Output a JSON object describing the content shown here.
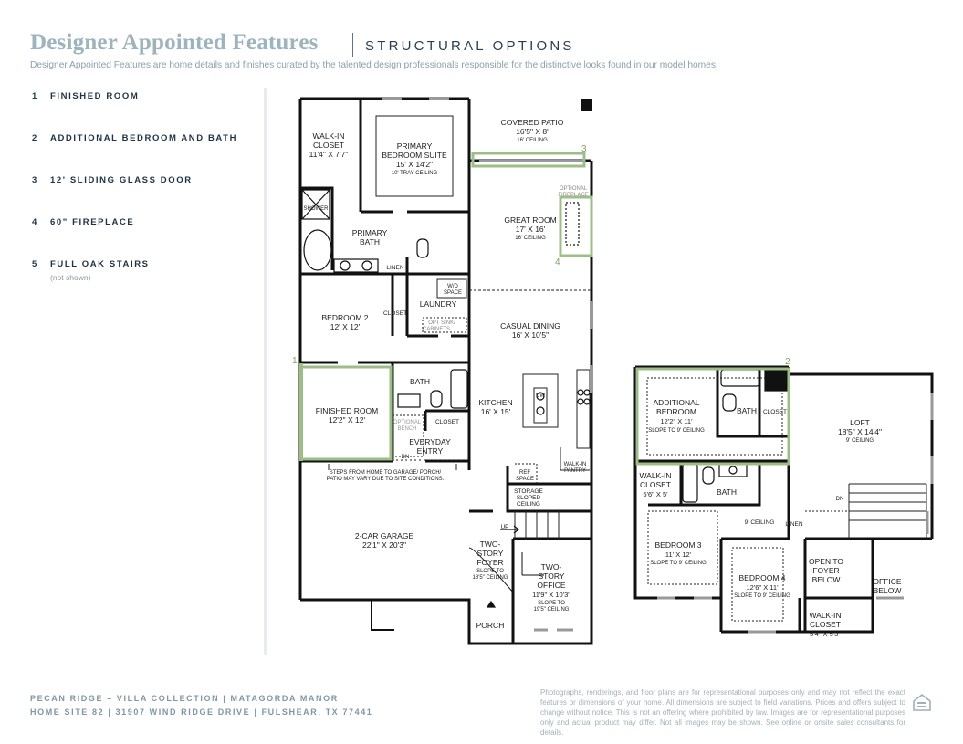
{
  "header": {
    "title": "Designer Appointed Features",
    "subtitle": "STRUCTURAL OPTIONS",
    "description": "Designer Appointed Features are home details and finishes curated by the talented design professionals responsible for the distinctive looks found in our model homes."
  },
  "options": [
    {
      "num": "1",
      "label": "FINISHED ROOM"
    },
    {
      "num": "2",
      "label": "ADDITIONAL BEDROOM AND BATH"
    },
    {
      "num": "3",
      "label": "12' SLIDING GLASS DOOR"
    },
    {
      "num": "4",
      "label": "60\" FIREPLACE"
    },
    {
      "num": "5",
      "label": "FULL OAK STAIRS"
    }
  ],
  "option_note": "(not shown)",
  "first_floor": {
    "walkin_closet": [
      "WALK-IN",
      "CLOSET",
      "11'4\" X 7'7\""
    ],
    "primary_suite": [
      "PRIMARY",
      "BEDROOM SUITE",
      "15' X 14'2\"",
      "10' TRAY CEILING"
    ],
    "covered_patio": [
      "COVERED PATIO",
      "16'5\" X 8'",
      "16' CEILING"
    ],
    "optional_fireplace": [
      "OPTIONAL",
      "FIREPLACE"
    ],
    "great_room": [
      "GREAT ROOM",
      "17' X 16'",
      "16' CEILING"
    ],
    "shower": "SHOWER",
    "primary_bath": [
      "PRIMARY",
      "BATH"
    ],
    "linen": "LINEN",
    "wd_space": [
      "W/D",
      "SPACE"
    ],
    "laundry": "LAUNDRY",
    "opt_sink": [
      "OPT SINK/",
      "CABINETS"
    ],
    "bedroom2": [
      "BEDROOM 2",
      "12' X 12'"
    ],
    "closet": "CLOSET",
    "casual_dining": [
      "CASUAL DINING",
      "16' X 10'5\""
    ],
    "bath": "BATH",
    "finished_room": [
      "FINISHED ROOM",
      "12'2\" X 12'"
    ],
    "optional_bench": [
      "OPTIONAL",
      "BENCH"
    ],
    "closet2": "CLOSET",
    "kitchen": [
      "KITCHEN",
      "16' X 15'"
    ],
    "dw": "DW",
    "everyday_entry": [
      "EVERYDAY",
      "ENTRY"
    ],
    "dn": "DN",
    "walkin_pantry": [
      "WALK-IN",
      "PANTRY"
    ],
    "ref_space": [
      "REF",
      "SPACE"
    ],
    "steps_note": [
      "STEPS FROM HOME TO GARAGE/ PORCH/",
      "PATIO MAY VARY DUE TO SITE CONDITIONS."
    ],
    "storage": [
      "STORAGE",
      "SLOPED",
      "CEILING"
    ],
    "garage": [
      "2-CAR GARAGE",
      "22'1\" X 20'3\""
    ],
    "up": "UP",
    "foyer": [
      "TWO-",
      "STORY",
      "FOYER",
      "SLOPE TO",
      "18'5\" CEILING"
    ],
    "office": [
      "TWO-",
      "STORY",
      "OFFICE",
      "11'9\" X 10'3\"",
      "SLOPE TO",
      "19'5\" CEILING"
    ],
    "porch": "PORCH"
  },
  "second_floor": {
    "add_bedroom": [
      "ADDITIONAL",
      "BEDROOM",
      "12'2\" X 11'",
      "SLOPE TO 9' CEILING"
    ],
    "bath": "BATH",
    "closet": "CLOSET",
    "loft": [
      "LOFT",
      "18'5\" X 14'4\"",
      "9' CEILING"
    ],
    "walkin_closet": [
      "WALK-IN",
      "CLOSET",
      "5'6\" X 5'"
    ],
    "bath2": "BATH",
    "dn": "DN",
    "ceiling_9": "9' CEILING",
    "linen": "LINEN",
    "bedroom3": [
      "BEDROOM 3",
      "11' X 12'",
      "SLOPE TO 9' CEILING"
    ],
    "bedroom4": [
      "BEDROOM 4",
      "12'6\" X 11'",
      "SLOPE TO 9' CEILING"
    ],
    "open_foyer": [
      "OPEN TO",
      "FOYER",
      "BELOW"
    ],
    "office_below": [
      "OFFICE",
      "BELOW"
    ],
    "walkin_closet2": [
      "WALK-IN",
      "CLOSET",
      "5'4\" X 5'3\""
    ]
  },
  "markers": [
    "1",
    "2",
    "3",
    "4"
  ],
  "footer": {
    "line1": "PECAN RIDGE – VILLA COLLECTION  |  MATAGORDA MANOR",
    "line2": "HOME SITE 82  |  31907 WIND RIDGE DRIVE  |  FULSHEAR, TX 77441",
    "disclaimer": "Photographs, renderings, and floor plans are for representational purposes only and may not reflect the exact features or dimensions of your home. All dimensions are subject to field variations. Prices and offers subject to change without notice. This is not an offering where prohibited by law. Images are for representational purposes only and actual product may differ. Not all images may be shown. See online or onsite sales consultants for details."
  },
  "colors": {
    "accent_green": "#9dbe86",
    "title_blue": "#9db4bf",
    "navy": "#1f3345"
  },
  "icons": [
    "equal-housing-icon",
    "up-arrow-icon"
  ]
}
